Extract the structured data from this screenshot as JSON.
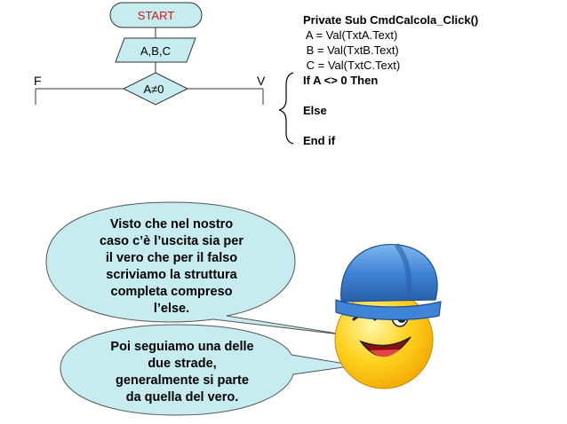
{
  "flowchart": {
    "start": "START",
    "input": "A,B,C",
    "condition": "A≠0",
    "false_label": "F",
    "true_label": "V"
  },
  "code": {
    "line1": "Private Sub CmdCalcola_Click()",
    "line2": " A = Val(TxtA.Text)",
    "line3": " B = Val(TxtB.Text)",
    "line4": " C = Val(TxtC.Text)",
    "line5": "If A <> 0 Then",
    "line6": "Else",
    "line7": "End if"
  },
  "bubbles": {
    "top": [
      "Visto che nel nostro",
      "caso c’è l’uscita sia per",
      "il vero che per il falso",
      "scriviamo la struttura",
      "completa compreso",
      "l’else."
    ],
    "bottom": [
      "Poi seguiamo una delle",
      "due strade,",
      "generalmente si parte",
      "da quella del vero."
    ]
  },
  "colors": {
    "flow_fill": "#c6ecef",
    "bubble_fill": "#c6ecef",
    "helmet": "#3f84d6",
    "face": "#ffd21f"
  }
}
